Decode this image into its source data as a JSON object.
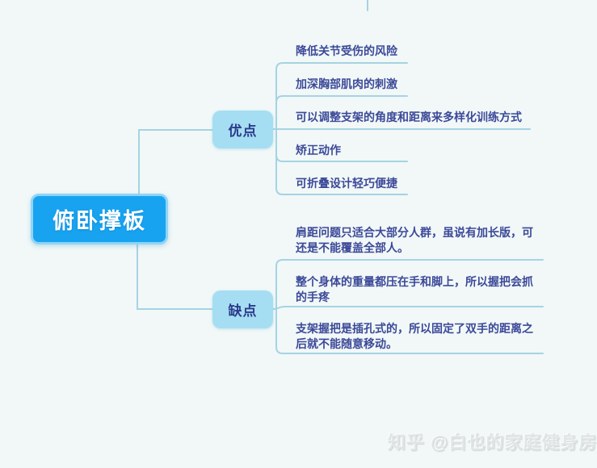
{
  "mindmap": {
    "root": {
      "label": "俯卧撑板"
    },
    "branches": [
      {
        "label": "优点",
        "children": [
          {
            "text": "降低关节受伤的风险"
          },
          {
            "text": "加深胸部肌肉的刺激"
          },
          {
            "text": "可以调整支架的角度和距离来多样化训练方式"
          },
          {
            "text": "矫正动作"
          },
          {
            "text": "可折叠设计轻巧便捷"
          }
        ]
      },
      {
        "label": "缺点",
        "children": [
          {
            "text": "肩距问题只适合大部分人群，虽说有加长版，可还是不能覆盖全部人。"
          },
          {
            "text": "整个身体的重量都压在手和脚上，所以握把会抓的手疼"
          },
          {
            "text": "支架握把是插孔式的，所以固定了双手的距离之后就不能随意移动。"
          }
        ]
      }
    ]
  },
  "watermark": {
    "text": "知乎 @白也的家庭健身房"
  },
  "colors": {
    "background": "#F1F8F7",
    "root_fill": "#17A3F0",
    "root_border": "#8FD4F7",
    "root_text": "#FFFFFF",
    "branch_fill": "#A5DEF2",
    "branch_text": "#2C3B8D",
    "leaf_text": "#3C4999",
    "connector": "#A6D3E3",
    "watermark_text": "#E2E5E5"
  }
}
